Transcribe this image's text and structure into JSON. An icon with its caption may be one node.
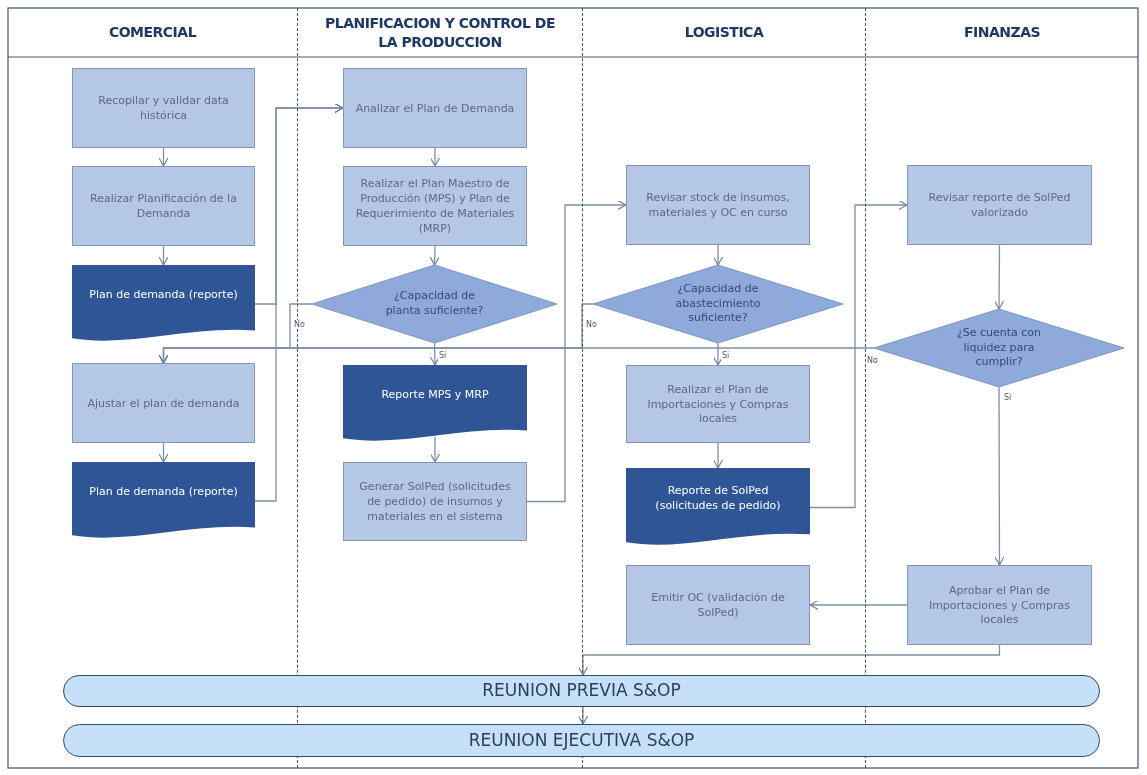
{
  "diagram": {
    "nodes": [
      {
        "text": [
          "COMERCIAL"
        ]
      },
      {
        "text": [
          "PLANIFICACION Y CONTROL DE LA PRODUCCION"
        ]
      },
      {
        "text": [
          "LOGISTICA"
        ]
      },
      {
        "text": [
          "FINANZAS"
        ]
      },
      {
        "text": [
          "Recopilar y validar data histórica"
        ],
        "in": 0
      },
      {
        "text": [
          "Realizar Planificación de la Demanda"
        ],
        "in": 0
      },
      {
        "text": [
          "Plan de demanda (reporte)"
        ],
        "in": 0
      },
      {
        "text": [
          "Ajustar el plan de demanda"
        ],
        "in": 0
      },
      {
        "text": [
          "Plan de demanda (reporte)"
        ],
        "in": 0
      },
      {
        "text": [
          "Analizar el Plan de Demanda"
        ],
        "in": 1
      },
      {
        "text": [
          "Realizar el Plan Maestro de Producción (MPS) y Plan de Requerimiento de Materiales (MRP)"
        ],
        "in": 1
      },
      {
        "text": [
          "¿Capacidad de planta suficiente?"
        ],
        "in": 1
      },
      {
        "text": [
          "Reporte MPS y MRP"
        ],
        "in": 1
      },
      {
        "text": [
          "Generar SolPed (solicitudes de pedido) de insumos y materiales en el sistema"
        ],
        "in": 1
      },
      {
        "text": [
          "Revisar stock de insumos, materiales y OC en curso"
        ],
        "in": 2
      },
      {
        "text": [
          "¿Capacidad de abastecimiento suficiente?"
        ],
        "in": 2
      },
      {
        "text": [
          "Realizar el Plan de Importaciones y Compras locales"
        ],
        "in": 2
      },
      {
        "text": [
          "Reporte de SolPed (solicitudes de pedido)"
        ],
        "in": 2
      },
      {
        "text": [
          "Emitir OC (validación de SolPed)"
        ],
        "in": 2
      },
      {
        "text": [
          "Revisar reporte de SolPed valorizado"
        ],
        "in": 3
      },
      {
        "text": [
          "¿Se cuenta con liquidez para cumplir?"
        ],
        "in": 3
      },
      {
        "text": [
          "Aprobar el Plan de Importaciones y Compras locales"
        ],
        "in": 3
      },
      {
        "text": [
          "REUNION PREVIA S&OP"
        ]
      },
      {
        "text": [
          "REUNION EJECUTIVA S&OP"
        ]
      }
    ],
    "edges": [
      {
        "from": 4,
        "to": 5,
        "arrow": "to"
      },
      {
        "from": 5,
        "to": 6,
        "arrow": "to"
      },
      {
        "from": 6,
        "to": 9,
        "arrow": "to"
      },
      {
        "from": 7,
        "to": 8,
        "arrow": "to"
      },
      {
        "from": 8,
        "to": 9,
        "arrow": "to"
      },
      {
        "from": 9,
        "to": 10,
        "arrow": "to"
      },
      {
        "from": 10,
        "to": 11,
        "arrow": "to"
      },
      {
        "from": 11,
        "to": 12,
        "arrow": "to",
        "label": "Si"
      },
      {
        "from": 11,
        "to": 7,
        "arrow": "to",
        "label": "No"
      },
      {
        "from": 12,
        "to": 13,
        "arrow": "to"
      },
      {
        "from": 13,
        "to": 14,
        "arrow": "to"
      },
      {
        "from": 14,
        "to": 15,
        "arrow": "to"
      },
      {
        "from": 15,
        "to": 16,
        "arrow": "to",
        "label": "Si"
      },
      {
        "from": 15,
        "to": 7,
        "arrow": "to",
        "label": "No"
      },
      {
        "from": 16,
        "to": 17,
        "arrow": "to"
      },
      {
        "from": 17,
        "to": 19,
        "arrow": "to"
      },
      {
        "from": 19,
        "to": 20,
        "arrow": "to"
      },
      {
        "from": 20,
        "to": 21,
        "arrow": "to",
        "label": "Si"
      },
      {
        "from": 20,
        "to": 7,
        "arrow": "to",
        "label": "No"
      },
      {
        "from": 21,
        "to": 18,
        "arrow": "to"
      },
      {
        "from": 21,
        "to": 22,
        "arrow": "to"
      },
      {
        "from": 22,
        "to": 23,
        "arrow": "to"
      }
    ]
  }
}
